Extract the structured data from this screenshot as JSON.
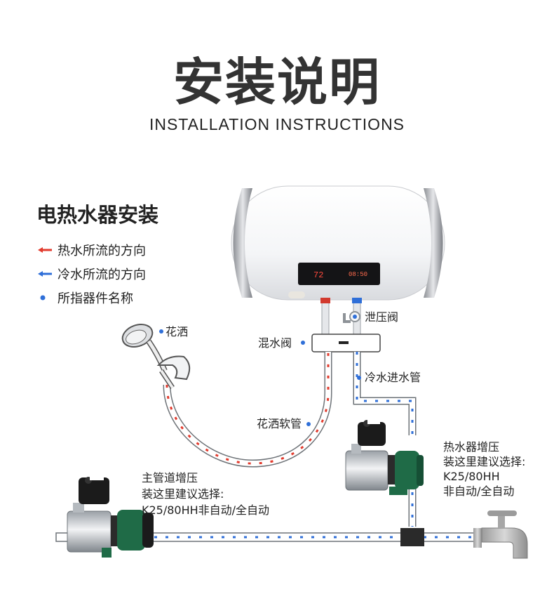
{
  "header": {
    "title": "安装说明",
    "subtitle": "INSTALLATION INSTRUCTIONS"
  },
  "section": {
    "title": "电热水器安装"
  },
  "legend": [
    {
      "text": "热水所流的方向",
      "marker": "red-arrow-icon",
      "color": "#e23b2e"
    },
    {
      "text": "冷水所流的方向",
      "marker": "blue-arrow-icon",
      "color": "#2f6fd8"
    },
    {
      "text": "所指器件名称",
      "marker": "blue-dot-icon",
      "color": "#2f6fd8"
    }
  ],
  "heater_display": {
    "temp": "72",
    "time": "08:50"
  },
  "labels": {
    "relief_valve": "泄压阀",
    "mixing_valve": "混水阀",
    "shower_head": "花洒",
    "cold_inlet": "冷水进水管",
    "shower_hose": "花洒软管",
    "heater_pump_line1": "热水器增压",
    "heater_pump_line2": "装这里建议选择:",
    "heater_pump_line3": "K25/80HH",
    "heater_pump_line4": "非自动/全自动",
    "main_pump_line1": "主管道增压",
    "main_pump_line2": "装这里建议选择:",
    "main_pump_line3": "K25/80HH非自动/全自动"
  },
  "colors": {
    "hot": "#e23b2e",
    "cold": "#2f6fd8",
    "pump_green": "#1f6b47"
  }
}
